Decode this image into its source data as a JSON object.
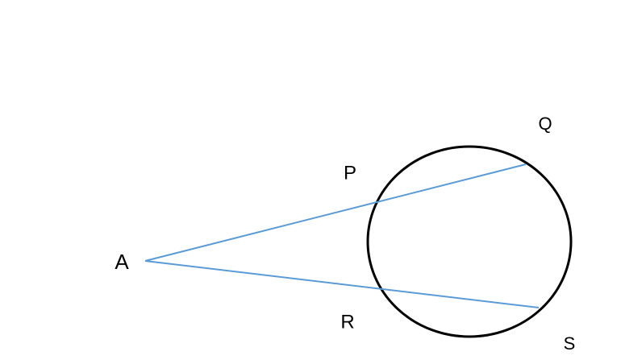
{
  "diagram": {
    "labels": {
      "A": "A",
      "P": "P",
      "Q": "Q",
      "R": "R",
      "S": "S"
    },
    "colors": {
      "secant_lines": "#5B9BD5",
      "circle": "#000000",
      "labels": "#000000",
      "background": "#FFFFFF"
    }
  }
}
